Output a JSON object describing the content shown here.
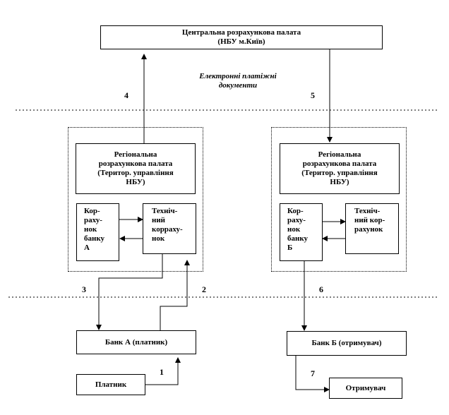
{
  "central": {
    "line1": "Центральна розрахункова палата",
    "line2": "(НБУ м.Київ)"
  },
  "edocs": {
    "line1": "Електронні платіжні",
    "line2": "документи"
  },
  "regional_a": {
    "lines": [
      "Регіональна",
      "розрахункова палата",
      "(Територ. управління",
      "НБУ)"
    ]
  },
  "regional_b": {
    "lines": [
      "Регіональна",
      "розрахункова палата",
      "(Територ. управління",
      "НБУ)"
    ]
  },
  "corr_a": {
    "lines": [
      "Кор-",
      "раху-",
      "нок",
      "банку",
      "А"
    ]
  },
  "tech_a": {
    "lines": [
      "Техніч-",
      "ний",
      "корраху-",
      "нок"
    ]
  },
  "corr_b": {
    "lines": [
      "Кор-",
      "раху-",
      "нок",
      "банку",
      "Б"
    ]
  },
  "tech_b": {
    "lines": [
      "Техніч-",
      "ний кор-",
      "рахунок"
    ]
  },
  "bank_a": "Банк А (платник)",
  "bank_b": "Банк Б (отримувач)",
  "payer": "Платник",
  "receiver": "Отримувач",
  "flows": {
    "n1": "1",
    "n2": "2",
    "n3": "3",
    "n4": "4",
    "n5": "5",
    "n6": "6",
    "n7": "7"
  }
}
